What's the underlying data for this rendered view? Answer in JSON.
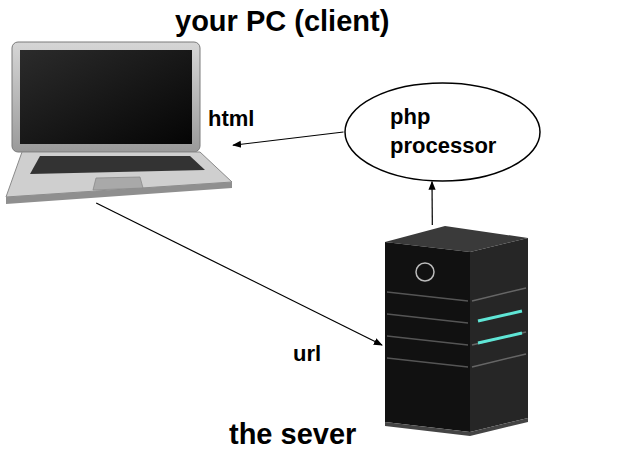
{
  "diagram": {
    "nodes": [
      {
        "text": [
          "your PC (client)"
        ]
      },
      {
        "text": [
          "php processor"
        ]
      },
      {
        "text": [
          "the sever"
        ]
      }
    ],
    "edges": [
      {
        "from": 0,
        "to": 2,
        "label": "url",
        "arrow": "to"
      },
      {
        "from": 2,
        "to": 1,
        "arrow": "to"
      },
      {
        "from": 1,
        "to": 0,
        "label": "html",
        "arrow": "to"
      }
    ]
  }
}
